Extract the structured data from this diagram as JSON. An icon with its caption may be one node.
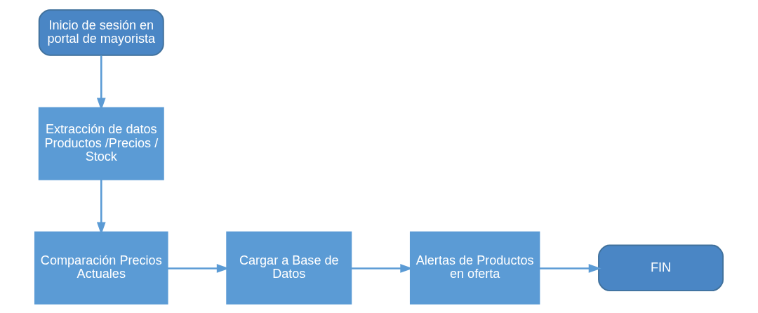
{
  "diagram": {
    "nodes": [
      {
        "text": [
          "Inicio de sesión en portal de mayorista"
        ]
      },
      {
        "text": [
          "Extracción de datos Productos /Precios / Stock"
        ]
      },
      {
        "text": [
          "Comparación Precios Actuales"
        ]
      },
      {
        "text": [
          "Cargar a Base de Datos"
        ]
      },
      {
        "text": [
          "Alertas de Productos en oferta"
        ]
      },
      {
        "text": [
          "FIN"
        ]
      }
    ],
    "edges": [
      {
        "from": 0,
        "to": 1,
        "arrow": "to"
      },
      {
        "from": 1,
        "to": 2,
        "arrow": "to"
      },
      {
        "from": 2,
        "to": 3,
        "arrow": "to"
      },
      {
        "from": 3,
        "to": 4,
        "arrow": "to"
      },
      {
        "from": 4,
        "to": 5,
        "arrow": "to"
      }
    ]
  }
}
